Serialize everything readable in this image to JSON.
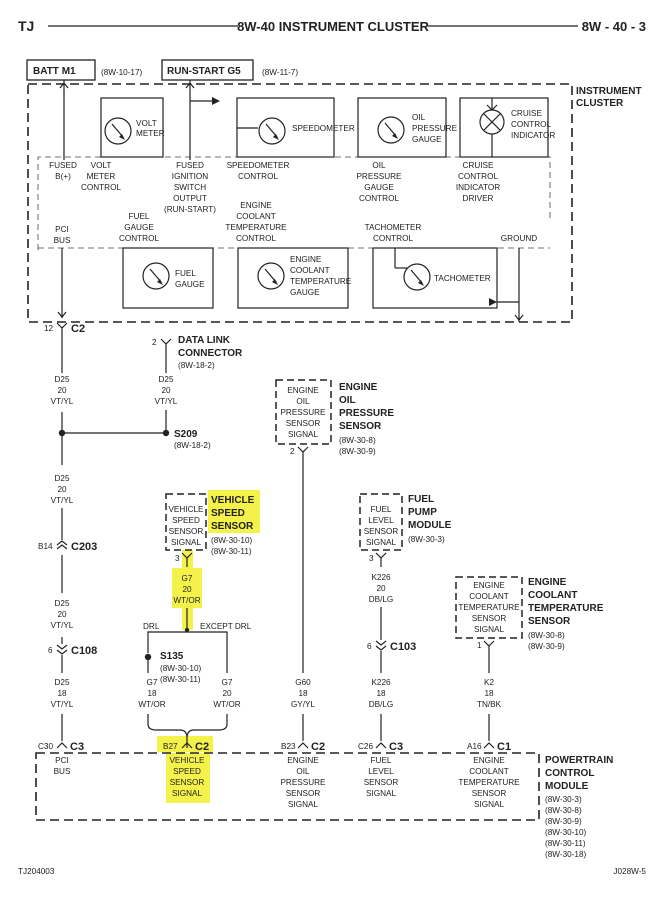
{
  "header": {
    "left": "TJ",
    "title": "8W-40 INSTRUMENT CLUSTER",
    "page": "8W - 40 - 3"
  },
  "footer": {
    "left": "TJ204003",
    "right": "J028W-5"
  },
  "sources": {
    "batt": {
      "label": "BATT M1",
      "ref": "(8W-10-17)"
    },
    "run": {
      "label": "RUN-START G5",
      "ref": "(8W-11-7)"
    }
  },
  "cluster": {
    "title": [
      "INSTRUMENT",
      "CLUSTER"
    ],
    "gauges": {
      "volt": [
        "VOLT",
        "METER"
      ],
      "speedo": [
        "SPEEDOMETER"
      ],
      "oil": [
        "OIL",
        "PRESSURE",
        "GAUGE"
      ],
      "cruise": [
        "CRUISE",
        "CONTROL",
        "INDICATOR"
      ],
      "fuel": [
        "FUEL",
        "GAUGE"
      ],
      "coolant": [
        "ENGINE",
        "COOLANT",
        "TEMPERATURE",
        "GAUGE"
      ],
      "tach": [
        "TACHOMETER"
      ]
    },
    "row1": {
      "fused_b": [
        "FUSED",
        "B(+)"
      ],
      "volt_ctrl": [
        "VOLT",
        "METER",
        "CONTROL"
      ],
      "ign": [
        "FUSED",
        "IGNITION",
        "SWITCH",
        "OUTPUT",
        "(RUN-START)"
      ],
      "speedo_ctrl": [
        "SPEEDOMETER",
        "CONTROL"
      ],
      "oil_ctrl": [
        "OIL",
        "PRESSURE",
        "GAUGE",
        "CONTROL"
      ],
      "cruise_drv": [
        "CRUISE",
        "CONTROL",
        "INDICATOR",
        "DRIVER"
      ]
    },
    "row2": {
      "pci": [
        "PCI",
        "BUS"
      ],
      "fuel_ctrl": [
        "FUEL",
        "GAUGE",
        "CONTROL"
      ],
      "coolant_ctrl": [
        "ENGINE",
        "COOLANT",
        "TEMPERATURE",
        "CONTROL"
      ],
      "tach_ctrl": [
        "TACHOMETER",
        "CONTROL"
      ],
      "ground": [
        "GROUND"
      ]
    }
  },
  "connectors": {
    "c2_top": {
      "pin": "12",
      "name": "C2"
    },
    "dlc": {
      "pin": "2",
      "title": [
        "DATA LINK",
        "CONNECTOR"
      ],
      "ref": "(8W-18-2)"
    },
    "c203": {
      "pin": "B14",
      "name": "C203"
    },
    "c108": {
      "pin": "6",
      "name": "C108"
    },
    "c103": {
      "pin": "6",
      "name": "C103"
    },
    "pcm_c3a": {
      "pin": "C30",
      "name": "C3"
    },
    "pcm_c2a": {
      "pin": "B27",
      "name": "C2"
    },
    "pcm_c2b": {
      "pin": "B23",
      "name": "C2"
    },
    "pcm_c3b": {
      "pin": "C26",
      "name": "C3"
    },
    "pcm_c1": {
      "pin": "A16",
      "name": "C1"
    }
  },
  "splices": {
    "s209": {
      "name": "S209",
      "ref": "(8W-18-2)"
    },
    "s135": {
      "name": "S135",
      "refs": [
        "(8W-30-10)",
        "(8W-30-11)"
      ]
    }
  },
  "wires": {
    "pci1": [
      "D25",
      "20",
      "VT/YL"
    ],
    "dlc": [
      "D25",
      "20",
      "VT/YL"
    ],
    "pci2": [
      "D25",
      "20",
      "VT/YL"
    ],
    "pci3": [
      "D25",
      "20",
      "VT/YL"
    ],
    "pci4": [
      "D25",
      "18",
      "VT/YL"
    ],
    "vss": [
      "G7",
      "20",
      "WT/OR"
    ],
    "vss_drl": [
      "G7",
      "18",
      "WT/OR"
    ],
    "vss_exdrl": [
      "G7",
      "20",
      "WT/OR"
    ],
    "oil": [
      "G60",
      "18",
      "GY/YL"
    ],
    "fuel1": [
      "K226",
      "20",
      "DB/LG"
    ],
    "fuel2": [
      "K226",
      "18",
      "DB/LG"
    ],
    "coolant": [
      "K2",
      "18",
      "TN/BK"
    ]
  },
  "branch_labels": {
    "drl": "DRL",
    "except": "EXCEPT DRL"
  },
  "sensors": {
    "oil": {
      "box": [
        "ENGINE",
        "OIL",
        "PRESSURE",
        "SENSOR",
        "SIGNAL"
      ],
      "title": [
        "ENGINE",
        "OIL",
        "PRESSURE",
        "SENSOR"
      ],
      "refs": [
        "(8W-30-8)",
        "(8W-30-9)"
      ],
      "pin": "2"
    },
    "vss": {
      "box": [
        "VEHICLE",
        "SPEED",
        "SENSOR",
        "SIGNAL"
      ],
      "title": [
        "VEHICLE",
        "SPEED",
        "SENSOR"
      ],
      "refs": [
        "(8W-30-10)",
        "(8W-30-11)"
      ],
      "pin": "3"
    },
    "fuel": {
      "box": [
        "FUEL",
        "LEVEL",
        "SENSOR",
        "SIGNAL"
      ],
      "title": [
        "FUEL",
        "PUMP",
        "MODULE"
      ],
      "refs": [
        "(8W-30-3)"
      ],
      "pin": "3"
    },
    "coolant": {
      "box": [
        "ENGINE",
        "COOLANT",
        "TEMPERATURE",
        "SENSOR",
        "SIGNAL"
      ],
      "title": [
        "ENGINE",
        "COOLANT",
        "TEMPERATURE",
        "SENSOR"
      ],
      "refs": [
        "(8W-30-8)",
        "(8W-30-9)"
      ],
      "pin": "1"
    }
  },
  "pcm": {
    "title": [
      "POWERTRAIN",
      "CONTROL",
      "MODULE"
    ],
    "refs": [
      "(8W-30-3)",
      "(8W-30-8)",
      "(8W-30-9)",
      "(8W-30-10)",
      "(8W-30-11)",
      "(8W-30-18)"
    ],
    "pins": {
      "pci": [
        "PCI",
        "BUS"
      ],
      "vss": [
        "VEHICLE",
        "SPEED",
        "SENSOR",
        "SIGNAL"
      ],
      "oil": [
        "ENGINE",
        "OIL",
        "PRESSURE",
        "SENSOR",
        "SIGNAL"
      ],
      "fuel": [
        "FUEL",
        "LEVEL",
        "SENSOR",
        "SIGNAL"
      ],
      "coolant": [
        "ENGINE",
        "COOLANT",
        "TEMPERATURE",
        "SENSOR",
        "SIGNAL"
      ]
    }
  },
  "colors": {
    "highlight": "#f4f24a",
    "ink": "#222222"
  }
}
